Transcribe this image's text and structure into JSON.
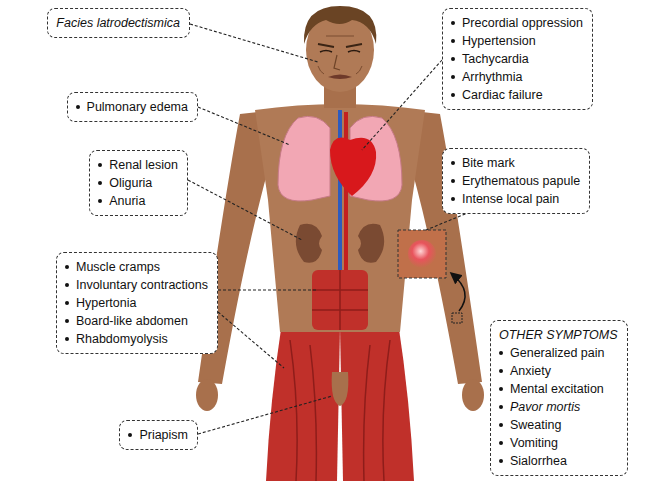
{
  "diagram": {
    "nodes": [
      {
        "text": [
          "Facies latrodectismica"
        ]
      },
      {
        "text": [
          "Pulmonary edema"
        ]
      },
      {
        "text": [
          "Renal lesion",
          "Oliguria",
          "Anuria"
        ]
      },
      {
        "text": [
          "Muscle cramps",
          "Involuntary contractions",
          "Hypertonia",
          "Board-like abdomen",
          "Rhabdomyolysis"
        ]
      },
      {
        "text": [
          "Priapism"
        ]
      },
      {
        "text": [
          "Precordial oppression",
          "Hypertension",
          "Tachycardia",
          "Arrhythmia",
          "Cardiac failure"
        ]
      },
      {
        "text": [
          "Bite mark",
          "Erythematous papule",
          "Intense local pain"
        ]
      },
      {
        "text": [
          "OTHER SYMPTOMS",
          "Generalized pain",
          "Anxiety",
          "Mental excitation",
          "Pavor mortis",
          "Sweating",
          "Vomiting",
          "Sialorrhea"
        ]
      }
    ]
  }
}
